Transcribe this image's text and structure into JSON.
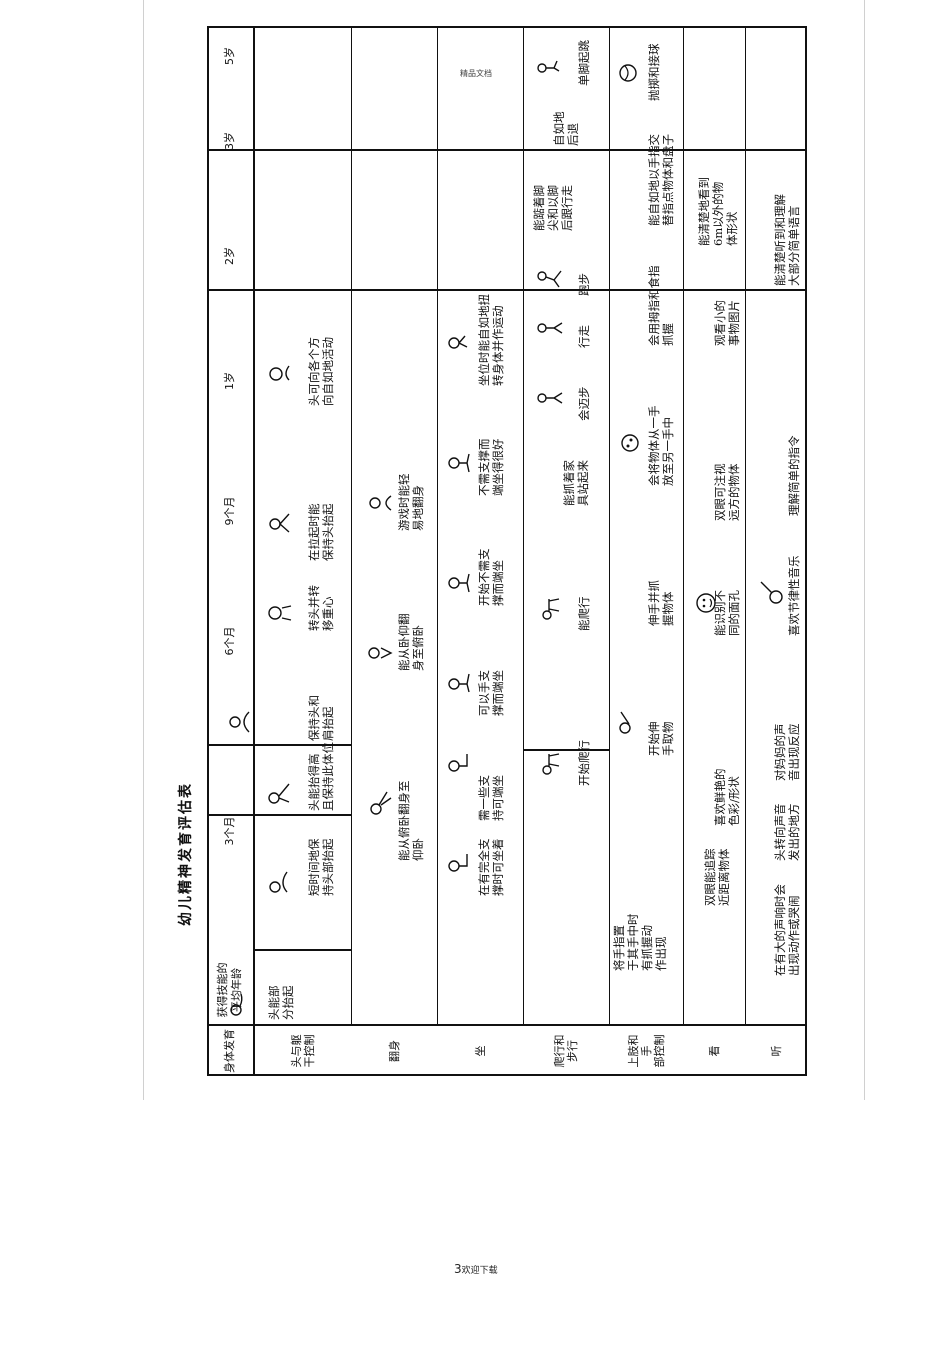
{
  "header": {
    "title": "幼儿精神发育评估表",
    "col_category": "身体发育",
    "col_age": "获得技能的\n平均年龄",
    "ages": [
      "3个月",
      "6个月",
      "9个月",
      "1岁",
      "2岁",
      "3岁",
      "5岁"
    ]
  },
  "rows": [
    {
      "label": "头与躯\n干控制"
    },
    {
      "label": "翻身"
    },
    {
      "label": "坐"
    },
    {
      "label": "爬行和\n步行"
    },
    {
      "label": "上肢和手\n部控制"
    },
    {
      "label": "看"
    },
    {
      "label": "听"
    }
  ],
  "items": {
    "head_1": "头能部\n分抬起",
    "head_2": "短时间地保\n持头部抬起",
    "head_3": "头能抬得高\n且保持此体位",
    "head_4": "保持头和\n肩抬起",
    "head_5": "转头并转\n移重心",
    "head_6": "在拉起时能\n保持头抬起",
    "head_7": "头可向各个方\n向自如地活动",
    "roll_1": "能从俯卧翻身至\n仰卧",
    "roll_2": "能从卧仰翻\n身至俯卧",
    "roll_3": "游戏时能轻\n易地翻身",
    "sit_1": "在有完全支\n撑时可坐着",
    "sit_2": "需一些支\n持可端坐",
    "sit_3": "可以手支\n撑而端坐",
    "sit_4": "开始不需支\n撑而端坐",
    "sit_5": "不需支撑而\n端坐得很好",
    "sit_6": "坐位时能自如地扭\n转身体并作运动",
    "walk_1": "开始爬行",
    "walk_2": "能爬行",
    "walk_3": "能抓着家\n具站起来",
    "walk_4": "会迈步",
    "walk_5": "行走",
    "walk_6": "跑步",
    "walk_7": "能踮着脚\n尖和以脚\n后跟行走",
    "walk_8": "自如地\n后退",
    "walk_9": "单脚起跳",
    "hand_1": "将手指置\n于其手中时\n有抓握动\n作出现",
    "hand_2": "开始伸\n手取物",
    "hand_3": "伸手并抓\n握物体",
    "hand_4": "会将物体从一手\n放至另一手中",
    "hand_5": "会用拇指和食指\n抓握",
    "hand_6": "能自如地以手指交\n替指点物体和盘子",
    "hand_7": "抛掷和接球",
    "see_1": "双眼能追踪\n近距离物体",
    "see_2": "喜欢鲜艳的\n色彩/形状",
    "see_3": "能识别不\n同的面孔",
    "see_4": "双眼可注视\n远方的物体",
    "see_5": "观看小的\n事物图片",
    "see_6": "能清楚地看到\n6m以外的物\n体形状",
    "hear_1": "在有大的声响时会\n出现动作或哭闹",
    "hear_2": "头转向声音\n发出的地方",
    "hear_3": "对妈妈的声\n音出现反应",
    "hear_4": "喜欢节律性音乐",
    "hear_5": "理解简单的指令",
    "hear_6": "能清楚听到和理解\n大部分简单语言"
  },
  "page": {
    "stamp": "精品文档",
    "footer_num": "3",
    "footer_text": "欢迎下载"
  }
}
